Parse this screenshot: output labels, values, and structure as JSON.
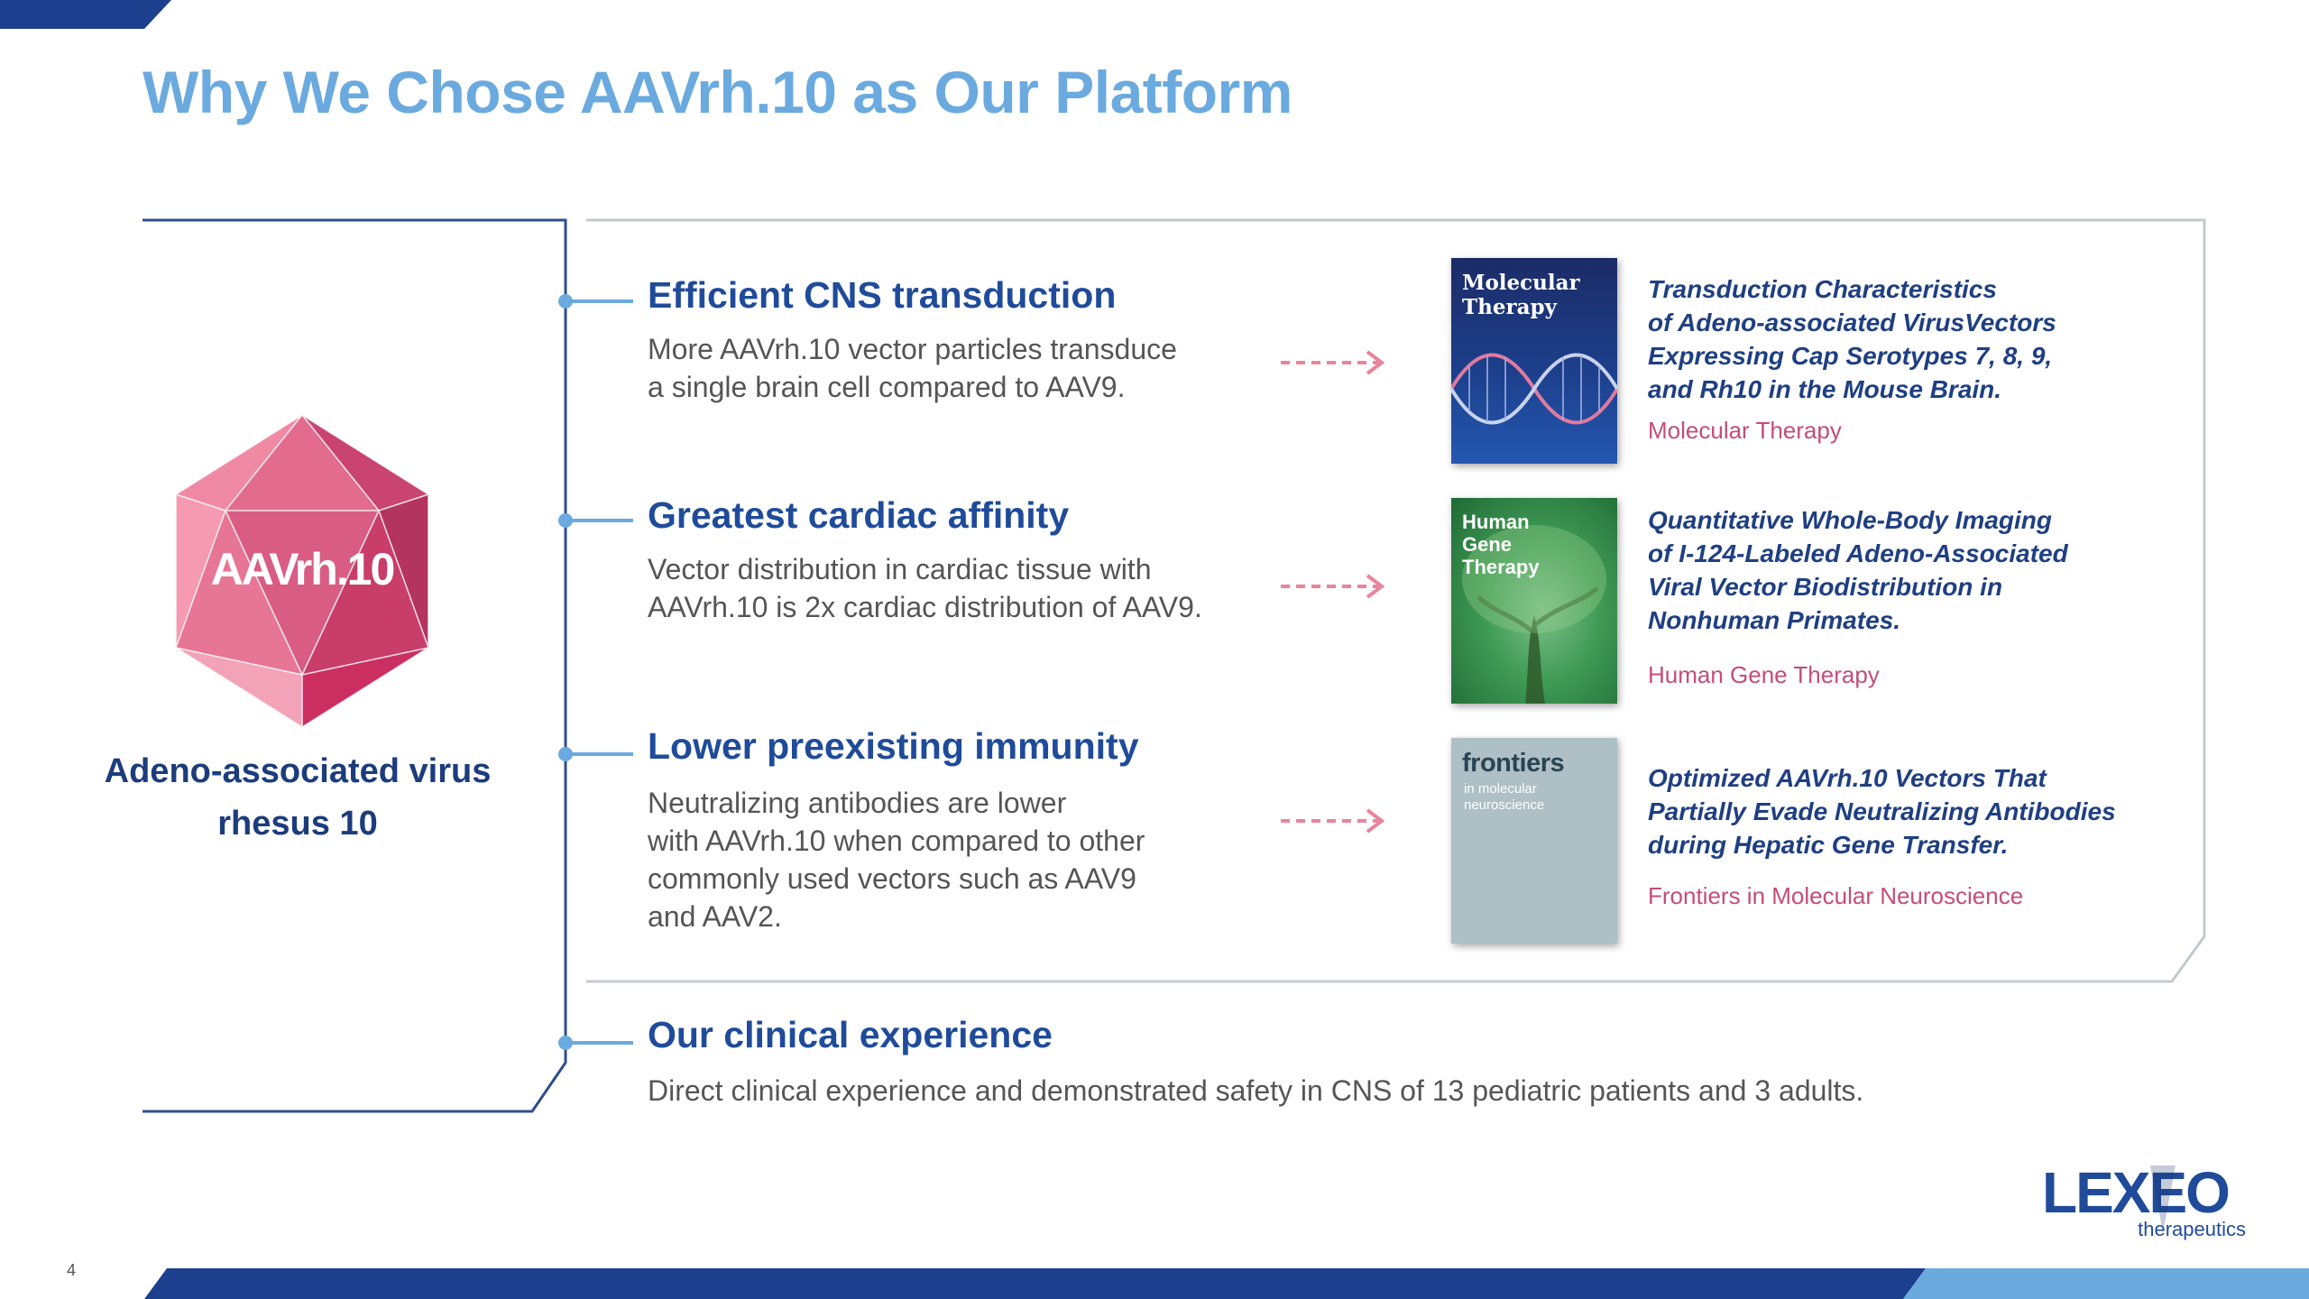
{
  "title": "Why We Chose AAVrh.10 as Our Platform",
  "virus": {
    "badge": "AAVrh.10",
    "name_line1": "Adeno-associated virus",
    "name_line2": "rhesus 10"
  },
  "features": [
    {
      "heading": "Efficient CNS transduction",
      "lines": [
        "More AAVrh.10 vector particles transduce",
        "a single brain cell compared to AAV9."
      ]
    },
    {
      "heading": "Greatest cardiac affinity",
      "lines": [
        "Vector distribution in cardiac tissue with",
        "AAVrh.10 is 2x cardiac distribution of AAV9."
      ]
    },
    {
      "heading": "Lower preexisting immunity",
      "lines": [
        "Neutralizing antibodies are lower",
        "with AAVrh.10 when compared to other",
        "commonly used vectors such as AAV9",
        "and AAV2."
      ]
    },
    {
      "heading": "Our clinical experience",
      "lines": [
        "Direct clinical experience and demonstrated safety in CNS of 13 pediatric patients and 3 adults."
      ]
    }
  ],
  "references": [
    {
      "cover_text": [
        "Molecular",
        "Therapy"
      ],
      "title_lines": [
        "Transduction Characteristics",
        "of Adeno-associated VirusVectors",
        "Expressing Cap Serotypes 7, 8, 9,",
        "and Rh10 in the Mouse Brain."
      ],
      "journal": "Molecular Therapy"
    },
    {
      "cover_text": [
        "Human",
        "Gene",
        "Therapy"
      ],
      "title_lines": [
        "Quantitative Whole-Body Imaging",
        "of I-124-Labeled Adeno-Associated",
        "Viral Vector Biodistribution in",
        "Nonhuman Primates."
      ],
      "journal": "Human Gene Therapy"
    },
    {
      "cover_text": [
        "frontiers"
      ],
      "cover_subtext": [
        "in molecular",
        "neuroscience"
      ],
      "title_lines": [
        "Optimized AAVrh.10 Vectors That",
        "Partially Evade Neutralizing Antibodies",
        "during Hepatic Gene Transfer."
      ],
      "journal": "Frontiers in Molecular Neuroscience"
    }
  ],
  "logo": {
    "word": "LEXEO",
    "sub": "therapeutics"
  },
  "page_number": "4",
  "colors": {
    "title": "#6aaadf",
    "heading": "#1f4b9a",
    "navy": "#1c3c7c",
    "journal": "#c44d78",
    "arrow": "#e9849c",
    "frame": "#2d4f8a"
  },
  "icons": {
    "icosahedron": "aavrh10-capsid-icon",
    "arrow": "dashed-arrow-right-icon"
  }
}
